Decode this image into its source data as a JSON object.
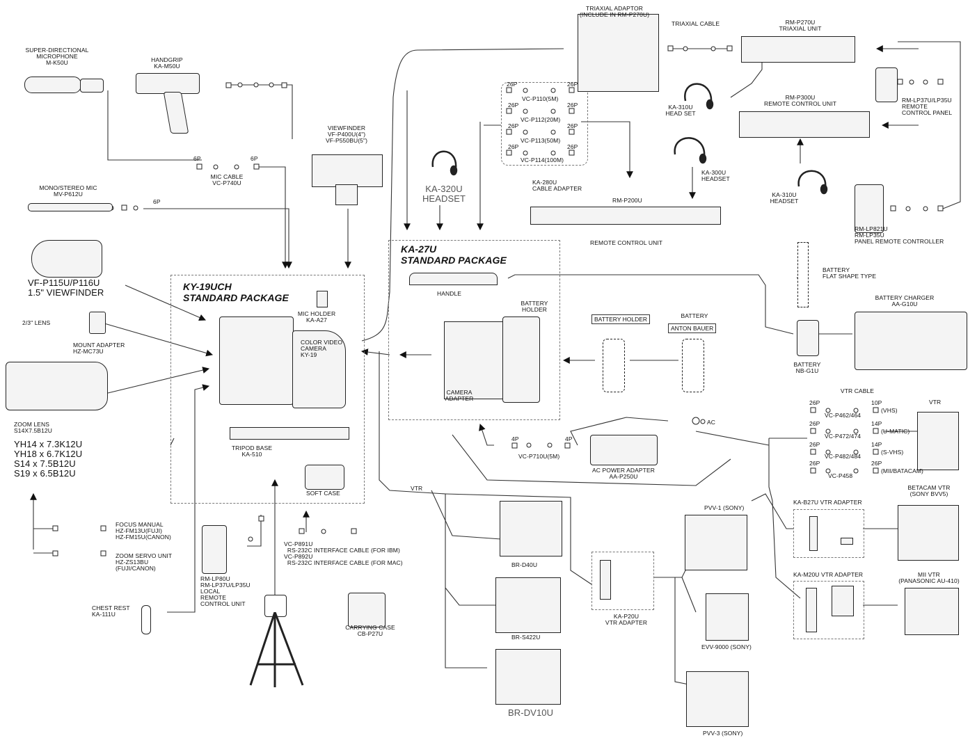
{
  "packages": {
    "ky19": "KY-19UCH\nSTANDARD PACKAGE",
    "ka27": "KA-27U\nSTANDARD PACKAGE"
  },
  "labels": {
    "triaxial_adaptor": "TRIAXIAL ADAPTOR\n(INCLUDE IN RM-P270U)",
    "triaxial_cable": "TRIAXIAL CABLE",
    "rm_p270u": "RM-P270U\nTRIAXIAL UNIT",
    "super_mic": "SUPER-DIRECTIONAL\nMICROPHONE\nM-K50U",
    "handgrip": "HANDGRIP\nKA-M50U",
    "viewfinder": "VIEWFINDER\nVF-P400U(4\")\nVF-P550BU(5\")",
    "mic_cable": "MIC CABLE\nVC-P740U",
    "pin_6p_a": "6P",
    "pin_6p_b": "6P",
    "pin_6p_c": "6P",
    "mono_mic": "MONO/STEREO MIC\nMV-P612U",
    "vf_p115": "VF-P115U/P116U\n1.5\" VIEWFINDER",
    "lens_23": "2/3\" LENS",
    "mount_adapter": "MOUNT ADAPTER\nHZ-MC73U",
    "zoom_lens": "ZOOM LENS\nS14X7.5B12U",
    "zoom_models": "YH14 x 7.3K12U\nYH18 x 6.7K12U\nS14 x 7.5B12U\nS19 x 6.5B12U",
    "focus_manual": "FOCUS MANUAL\nHZ-FM13U(FUJI)\nHZ-FM15U(CANON)",
    "zoom_servo": "ZOOM SERVO UNIT\nHZ-ZS13BU\n(FUJI/CANON)",
    "chest_rest": "CHEST REST\nKA-111U",
    "mic_holder": "MIC HOLDER\nKA-A27",
    "color_camera": "COLOR VIDEO\nCAMERA\nKY-19",
    "tripod_base": "TRIPOD BASE\nKA-510",
    "soft_case": "SOFT CASE",
    "rm_lp80": "RM-LP80U\nRM-LP37U/LP35U\nLOCAL\nREMOTE\nCONTROL UNIT",
    "rs232": "VC-P891U\n  RS-232C INTERFACE CABLE (FOR IBM)\nVC-P892U\n  RS-232C INTERFACE CABLE (FOR MAC)",
    "carrying_case": "CARRYING CASE\nCB-P27U",
    "vtr_word": "VTR",
    "ka320": "KA-320U\nHEADSET",
    "handle": "HANDLE",
    "battery_holder": "BATTERY\nHOLDER",
    "camera_adapter": "CAMERA\nADAPTER",
    "battery_holder_box": "BATTERY\nHOLDER",
    "battery_anton_top": "BATTERY",
    "battery_anton": "ANTON BAUER",
    "battery_flat": "BATTERY\nFLAT SHAPE TYPE",
    "battery_charger": "BATTERY CHARGER\nAA-G10U",
    "battery_nb": "BATTERY\nNB-G1U",
    "cables_26p": [
      "26P",
      "26P",
      "26P",
      "26P",
      "26P",
      "26P",
      "26P",
      "26P"
    ],
    "vc_p110": "VC-P110(5m)",
    "vc_p112": "VC-P112(20m)",
    "vc_p113": "VC-P113(50m)",
    "vc_p114": "VC-P114(100m)",
    "ka280": "KA-280U\nCABLE ADAPTER",
    "ka310_a": "KA-310U\nHEAD SET",
    "rm_p300": "RM-P300U\nREMOTE CONTROL UNIT",
    "rm_lp37": "RM-LP37U/LP35U\nREMOTE\nCONTROL PANEL",
    "ka300": "KA-300U\nHEADSET",
    "ka310_b": "KA-310U\nHEADSET",
    "rm_p200": "RM-P200U",
    "remote_control_unit": "REMOTE CONTROL UNIT",
    "rm_lp821": "RM-LP821U\nRM-LP35U\nPANEL REMOTE CONTROLLER",
    "vtr_cable": "VTR CABLE",
    "vc_p462": "VC-P462/464",
    "vc_p472": "VC-P472/474",
    "vc_p482": "VC-P482/484",
    "vc_p458": "VC-P458",
    "vhs": "(VHS)",
    "umatic": "(U-MATIC)",
    "svhs": "(S-VHS)",
    "mii_betacam": "(MII/BATACAM)",
    "pins_right": [
      "10P",
      "14P",
      "14P",
      "26P"
    ],
    "pins_left": [
      "26P",
      "26P",
      "26P",
      "26P"
    ],
    "vtr_right": "VTR",
    "pin_4p_a": "4P",
    "pin_4p_b": "4P",
    "vc_p710": "VC-P710U(5m)",
    "ac": "AC",
    "ac_power": "AC POWER ADAPTER\nAA-P250U",
    "br_d40u": "BR-D40U",
    "br_s422u": "BR-S422U",
    "br_dv10u": "BR-DV10U",
    "ka_p20u": "KA-P20U\nVTR ADAPTER",
    "pvv1": "PVV-1 (SONY)",
    "evv9000": "EVV-9000 (SONY)",
    "pvv3": "PVV-3 (SONY)",
    "ka_b27u": "KA-B27U VTR ADAPTER",
    "ka_m20u": "KA-M20U VTR ADAPTER",
    "betacam": "BETACAM VTR\n(SONY BVV5)",
    "mii": "MII VTR\n(PANASONIC AU-410)"
  }
}
